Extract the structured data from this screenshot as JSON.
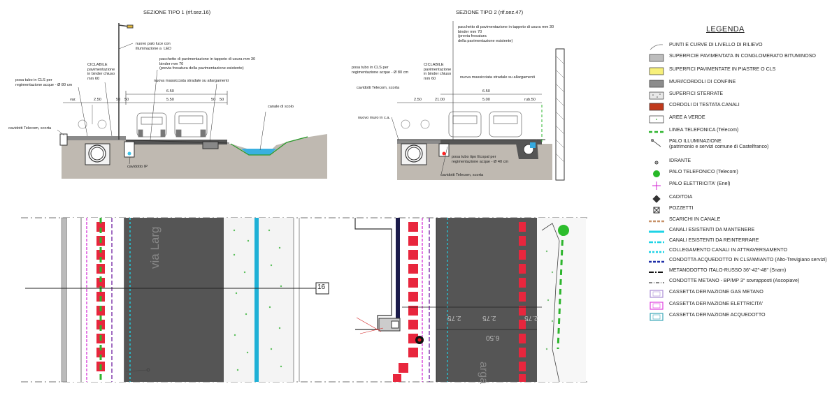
{
  "section1": {
    "title": "SEZIONE TIPO 1 (rif.sez.16)",
    "labels": {
      "light": "nuovo palo luce con\nilluminazione a  LED",
      "cycle": "CICLABILE\npavimentazione\nin binder chiuso\nmm 60",
      "pipe": "posa tubo in CLS per\nregimentazione acque - Ø 80 cm",
      "paving": "pacchetto di pavimentazione in tappeto di usura mm 30\nbinder mm 70\n(previa fresatura della pavimentazione esistente)",
      "widening": "nuova massicciata stradale su allargamenti",
      "ditch": "canale di scolo",
      "telecom": "cavidotti Telecom, scorta",
      "ip": "cavidotto IP"
    },
    "dims": {
      "total": "6.50",
      "var": "var.",
      "d1": "2.50",
      "d2": "50",
      "d3": "50",
      "d4": "5.50",
      "d5": "50",
      "d6": "50"
    }
  },
  "section2": {
    "title": "SEZIONE TIPO 2 (rif.sez.47)",
    "labels": {
      "paving": "pacchetto di pavimentazione in tappeto di usura mm 30\nbinder mm 70\n(previa fresatura\ndella pavimentazione esistente)",
      "pipe": "posa tubo in CLS per\nregimentazione acque - Ø 80 cm",
      "cycle": "CICLABILE\npavimentazione\nin binder chiuso\nmm 60",
      "widening": "nuova massicciata stradale su allargamenti",
      "telecom": "cavidotti Telecom, scorta",
      "wall": "nuovo muro in c.a.",
      "ecopal": "posa tubo tipo Ecopal per\nregimentazione acque - Ø 40 cm",
      "telecom2": "cavidotti Telecom, scorta"
    },
    "dims": {
      "total": "6.50",
      "d1": "2.50",
      "d2": "21.00",
      "d3": "5.00",
      "d4": "rub.50"
    }
  },
  "plan": {
    "street": "via Larg",
    "street2": "arga",
    "section_marker": "16",
    "dim_a": "2.75",
    "dim_b": "2.75",
    "dim_c": "6.50",
    "dim_d": "2.75"
  },
  "legend": {
    "title": "LEGENDA",
    "items": [
      {
        "label": "PUNTI E CURVE DI LIVELLO DI RILIEVO",
        "icon": "survey-curve-icon"
      },
      {
        "label": "SUPERFICIE PAVIMENTATA IN CONGLOMERATO BITUMINOSO",
        "icon": "asphalt-swatch",
        "color": "#bdbdbd"
      },
      {
        "label": "SUPERFICI PAVIMENTATE IN PIASTRE O CLS",
        "icon": "slab-swatch",
        "color": "#f7f07a"
      },
      {
        "label": "MURI/CORDOLI DI CONFINE",
        "icon": "wall-swatch",
        "color": "#8c8c8c"
      },
      {
        "label": "SUPERFICI STERRATE",
        "icon": "gravel-swatch"
      },
      {
        "label": "CORDOLI DI TESTATA CANALI",
        "icon": "kerb-swatch",
        "color": "#c0391c"
      },
      {
        "label": "AREE A VERDE",
        "icon": "green-area-swatch"
      },
      {
        "label": "LINEA TELEFONICA (Telecom)",
        "icon": "telephone-line",
        "color": "#2db52d"
      },
      {
        "label": "PALO ILLUMINAZIONE\n(patrimonio e servizi comune di Castelfranco)",
        "icon": "lamp-post-icon"
      },
      {
        "label": "IDRANTE",
        "icon": "hydrant-icon"
      },
      {
        "label": "PALO TELEFONICO (Telecom)",
        "icon": "telephone-pole-icon",
        "color": "#27b827"
      },
      {
        "label": "PALO ELETTRICITA' (Enel)",
        "icon": "power-pole-icon",
        "color": "#d11fd1"
      },
      {
        "label": "CADITOIA",
        "icon": "gully-icon"
      },
      {
        "label": "POZZETTI",
        "icon": "manhole-icon"
      },
      {
        "label": "SCARICHI IN CANALE",
        "icon": "discharge-line",
        "color": "#c8926a"
      },
      {
        "label": "CANALI ESISTENTI DA MANTENERE",
        "icon": "canal-keep-line",
        "color": "#1ed3e6"
      },
      {
        "label": "CANALI ESISTENTI DA REINTERRARE",
        "icon": "canal-fill-line",
        "color": "#1ed3e6"
      },
      {
        "label": "COLLEGAMENTO CANALI IN ATTRAVERSAMENTO",
        "icon": "canal-link-line",
        "color": "#1ed3e6"
      },
      {
        "label": "CONDOTTA ACQUEDOTTO IN CLS/AMIANTO (Alto-Trevigiano servizi)",
        "icon": "water-main-line",
        "color": "#1f2fa8"
      },
      {
        "label": "METANODOTTO ITALO-RUSSO 36\"-42\"-48\" (Snam)",
        "icon": "gas-main-line",
        "color": "#111111"
      },
      {
        "label": "CONDOTTE METANO - BP/MP 3° sovrapposti (Ascopiave)",
        "icon": "gas-pipe-line",
        "color": "#111111"
      },
      {
        "label": "CASSETTA DERIVAZIONE GAS METANO",
        "icon": "gas-box-icon",
        "color": "#a98bd6"
      },
      {
        "label": "CASSETTA DERIVAZIONE ELETTRICITA'",
        "icon": "electric-box-icon",
        "color": "#e040e0"
      },
      {
        "label": "CASSETTA DERIVAZIONE ACQUEDOTTO",
        "icon": "water-box-icon",
        "color": "#3aa7b8"
      }
    ]
  }
}
